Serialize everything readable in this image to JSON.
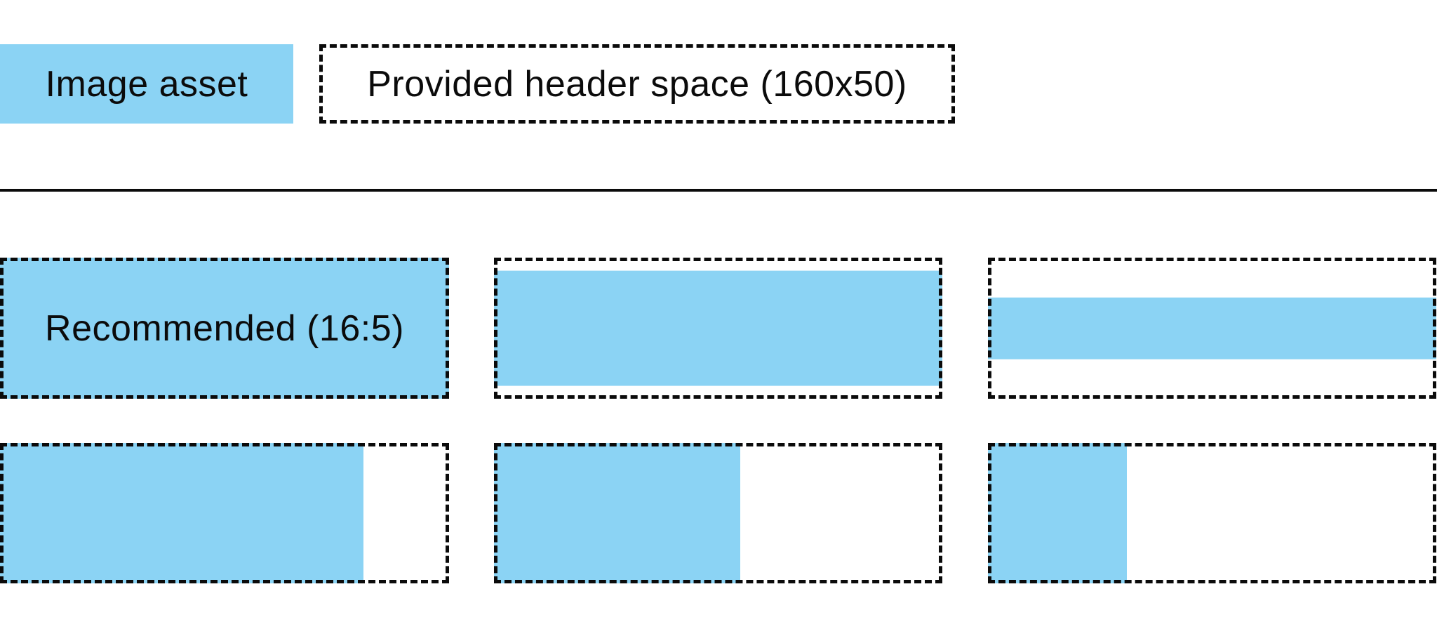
{
  "colors": {
    "asset_blue": "#8bd3f4",
    "ink": "#0b0b0b",
    "background": "#ffffff"
  },
  "legend": {
    "image_asset_label": "Image asset",
    "header_space_label": "Provided header space (160x50)"
  },
  "examples": {
    "cells": [
      {
        "label": "Recommended (16:5)",
        "width_pct": 100,
        "height_pct": 100,
        "halign": "left",
        "valign": "top"
      },
      {
        "label": "",
        "width_pct": 100,
        "height_pct": 82,
        "halign": "left",
        "valign": "center"
      },
      {
        "label": "",
        "width_pct": 100,
        "height_pct": 44,
        "halign": "left",
        "valign": "center"
      },
      {
        "label": "",
        "width_pct": 81,
        "height_pct": 100,
        "halign": "left",
        "valign": "top"
      },
      {
        "label": "",
        "width_pct": 55,
        "height_pct": 100,
        "halign": "left",
        "valign": "top"
      },
      {
        "label": "",
        "width_pct": 31,
        "height_pct": 100,
        "halign": "left",
        "valign": "top"
      }
    ]
  }
}
